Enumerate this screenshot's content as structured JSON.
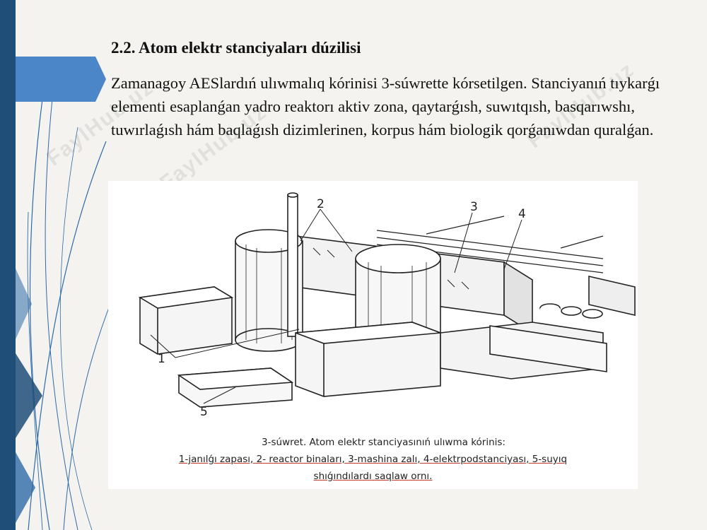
{
  "slide": {
    "title": "2.2. Atom elektr stanciyaları dúzilisi",
    "paragraph": "Zamanagoy AESlardıń ulıwmalıq kórinisi 3-súwrette kórsetilgen. Stanciyanıń tıykarǵı elementi esaplanǵan yadro reaktorı aktiv zona, qaytarǵısh, suwıtqısh, basqarıwshı, tuwırlaǵısh hám baqlaǵısh dizimlerinen, korpus hám biologik qorǵanıwdan quralǵan."
  },
  "figure": {
    "labels": {
      "n1": "1",
      "n2": "2",
      "n3": "3",
      "n4": "4",
      "n5": "5"
    },
    "caption": {
      "line1": "3-súwret. Atom elektr stanciyasınıń ulıwma kórinis:",
      "line2": "1-janılǵı zapası, 2- reactor binaları, 3-mashina zalı, 4-elektrpodstanciyası, 5-suyıq",
      "line3": "shıǵındılardı saqlaw ornı."
    }
  },
  "watermark": {
    "text": "FaylHub.uz"
  },
  "colors": {
    "background": "#f4f3ef",
    "accent": "#1f4e79",
    "tab": "#4a86c8"
  }
}
